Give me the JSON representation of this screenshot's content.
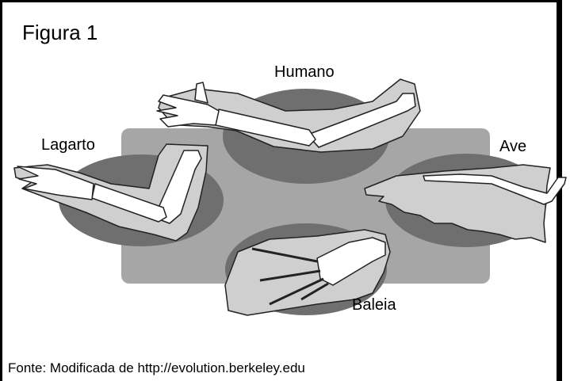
{
  "figure": {
    "title": "Figura 1",
    "source": "Fonte: Modificada de http://evolution.berkeley.edu"
  },
  "labels": {
    "human": "Humano",
    "lizard": "Lagarto",
    "bird": "Ave",
    "whale": "Baleia"
  },
  "colors": {
    "panel": "#a6a6a6",
    "ellipse": "#6f6f6f",
    "skin": "#cfcfcf",
    "bone": "#ffffff",
    "outline": "#222222"
  }
}
